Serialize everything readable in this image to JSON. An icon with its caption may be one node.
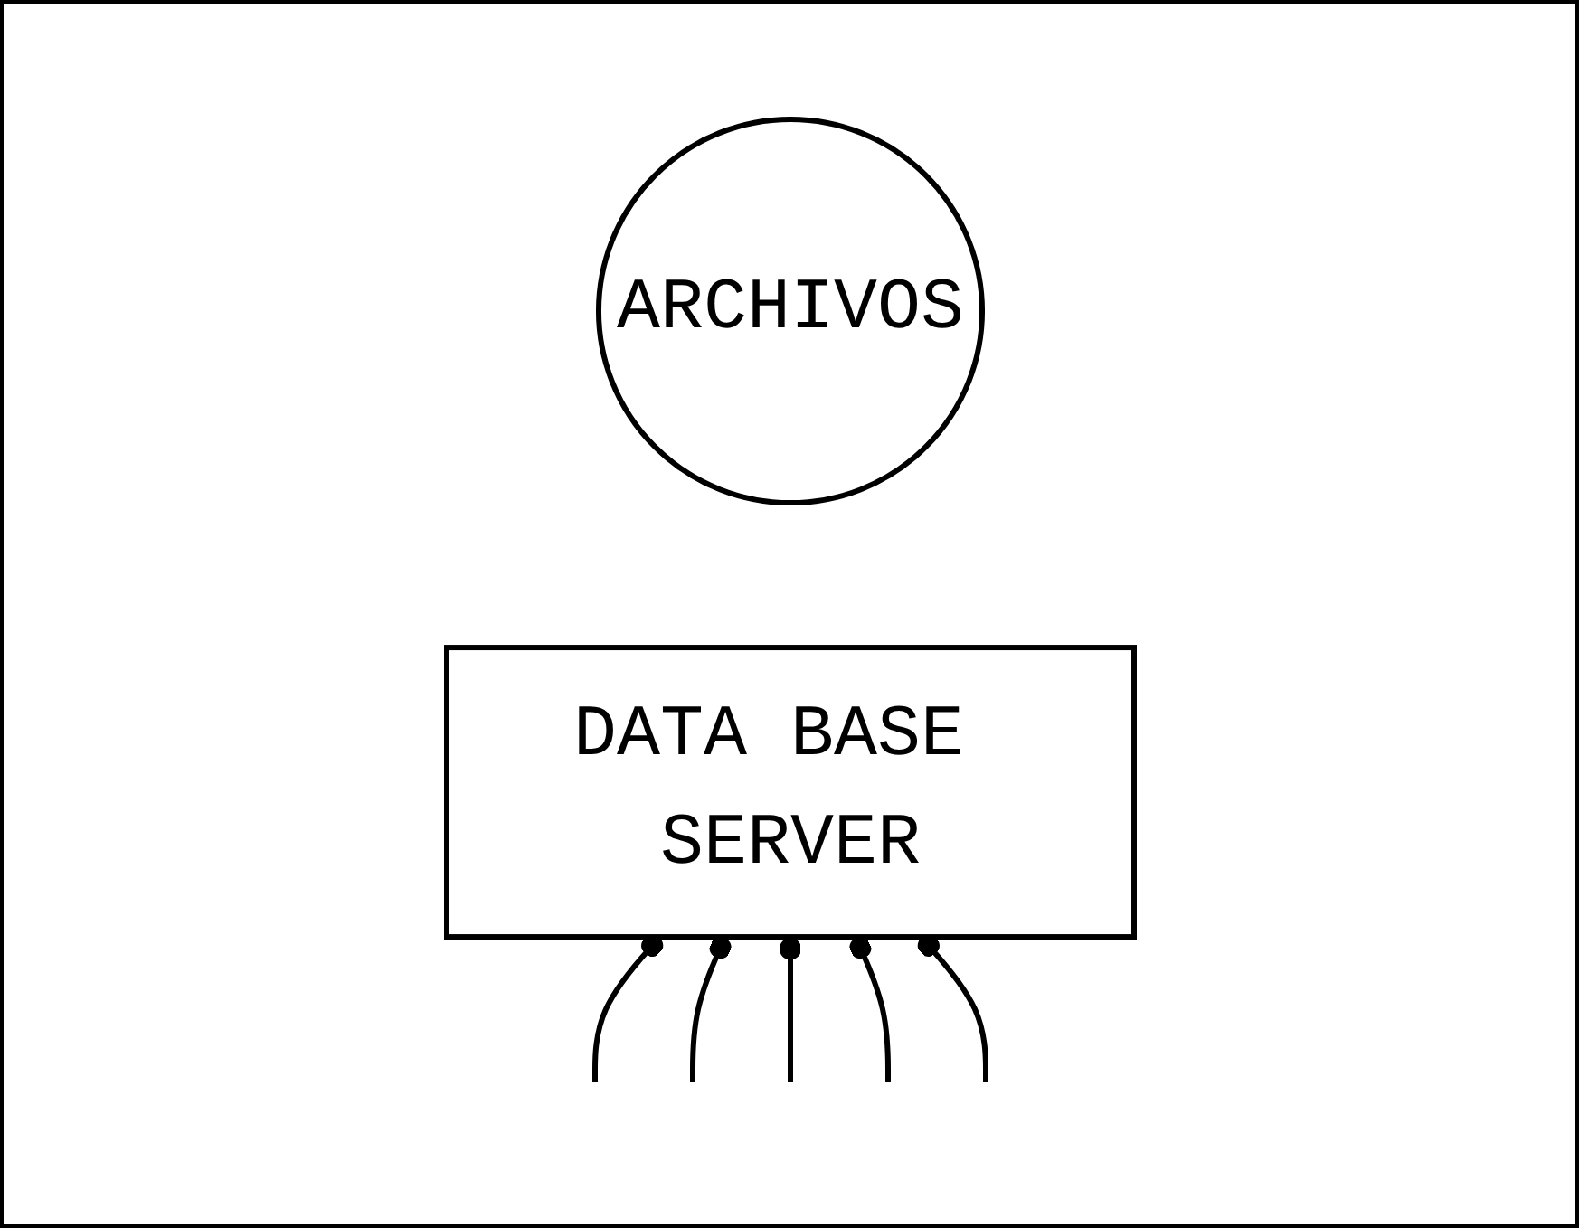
{
  "diagram": {
    "nodes": [
      {
        "text": [
          "ARCHIVOS"
        ]
      },
      {
        "text": [
          "DATA BASE SERVER"
        ]
      }
    ],
    "edges": [
      {
        "from": null,
        "to": 1,
        "arrow": "other"
      },
      {
        "from": null,
        "to": 1,
        "arrow": "other"
      },
      {
        "from": null,
        "to": 1,
        "arrow": "other"
      },
      {
        "from": null,
        "to": 1,
        "arrow": "other"
      },
      {
        "from": null,
        "to": 1,
        "arrow": "other"
      }
    ]
  }
}
